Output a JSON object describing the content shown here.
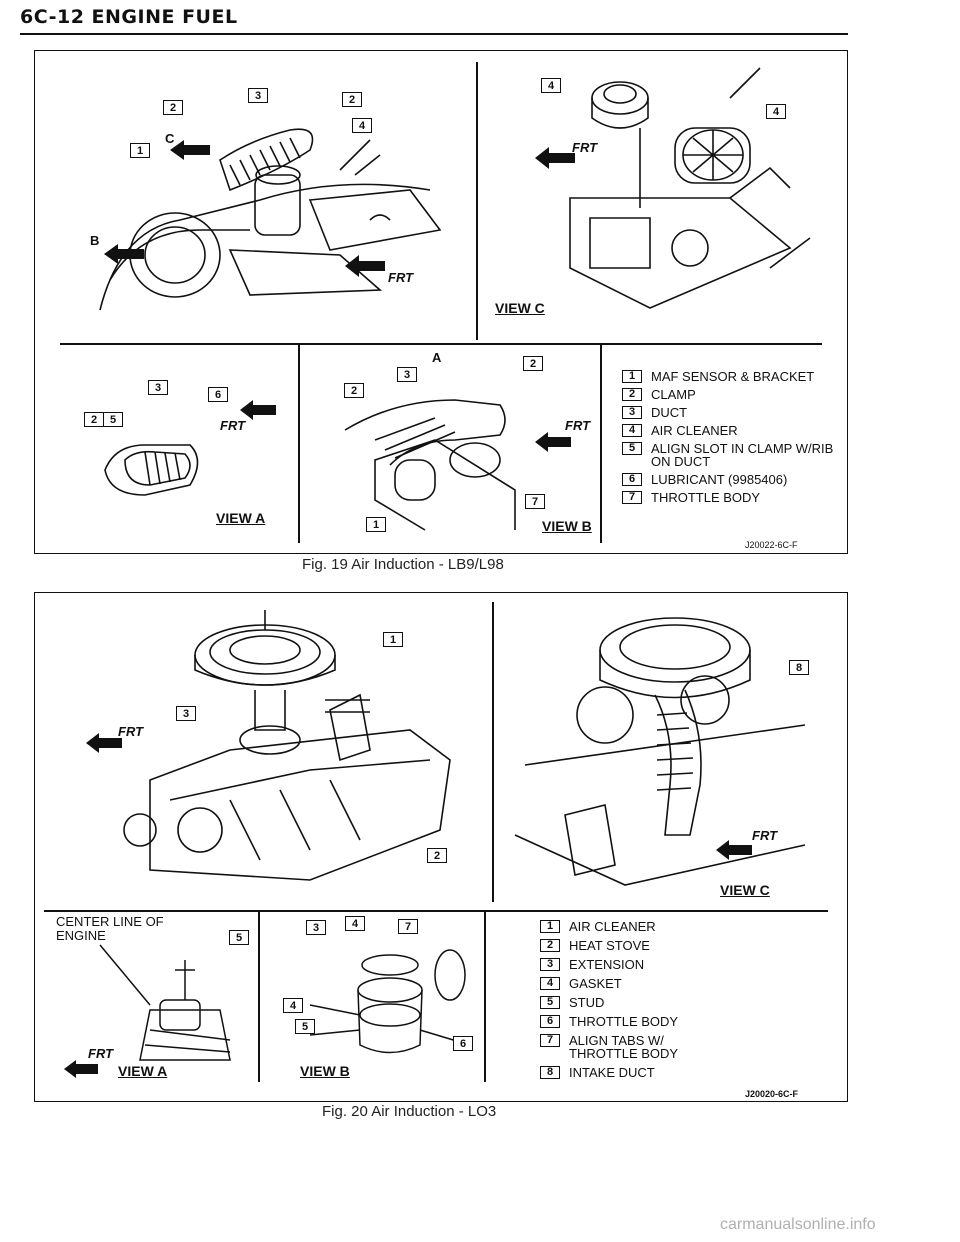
{
  "page": {
    "header": "6C-12 ENGINE FUEL",
    "watermark": "carmanualsonline.info"
  },
  "fig19": {
    "caption": "Fig. 19 Air Induction - LB9/L98",
    "code": "J20022-6C-F",
    "views": {
      "a": "VIEW A",
      "b": "VIEW B",
      "c": "VIEW C"
    },
    "markers": {
      "a": "A",
      "b": "B",
      "c": "C",
      "frt": "FRT"
    },
    "legend": [
      {
        "num": "1",
        "text": "MAF SENSOR & BRACKET"
      },
      {
        "num": "2",
        "text": "CLAMP"
      },
      {
        "num": "3",
        "text": "DUCT"
      },
      {
        "num": "4",
        "text": "AIR CLEANER"
      },
      {
        "num": "5",
        "text": "ALIGN SLOT IN CLAMP W/RIB ON DUCT"
      },
      {
        "num": "6",
        "text": "LUBRICANT (9985406)"
      },
      {
        "num": "7",
        "text": "THROTTLE BODY"
      }
    ]
  },
  "fig20": {
    "caption": "Fig. 20 Air Induction - LO3",
    "code": "J20020-6C-F",
    "center_line": "CENTER LINE OF ENGINE",
    "views": {
      "a": "VIEW A",
      "b": "VIEW B",
      "c": "VIEW C"
    },
    "markers": {
      "frt": "FRT"
    },
    "legend": [
      {
        "num": "1",
        "text": "AIR CLEANER"
      },
      {
        "num": "2",
        "text": "HEAT STOVE"
      },
      {
        "num": "3",
        "text": "EXTENSION"
      },
      {
        "num": "4",
        "text": "GASKET"
      },
      {
        "num": "5",
        "text": "STUD"
      },
      {
        "num": "6",
        "text": "THROTTLE BODY"
      },
      {
        "num": "7",
        "text": "ALIGN TABS W/ THROTTLE BODY"
      },
      {
        "num": "8",
        "text": "INTAKE DUCT"
      }
    ]
  }
}
